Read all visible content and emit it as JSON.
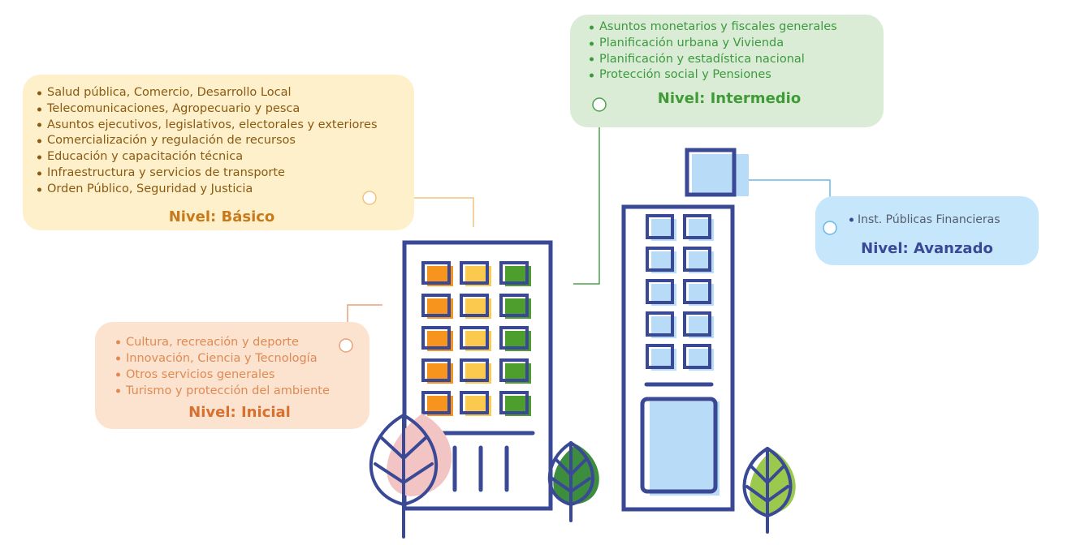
{
  "basico": {
    "items": [
      "Salud pública, Comercio, Desarrollo Local",
      "Telecomunicaciones, Agropecuario y pesca",
      "Asuntos ejecutivos, legislativos, electorales y exteriores",
      "Comercialización y regulación de recursos",
      "Educación y capacitación técnica",
      "Infraestructura y servicios de transporte",
      "Orden Público, Seguridad y Justicia"
    ],
    "level": "Nivel: Básico",
    "color": "#fff0cc"
  },
  "intermedio": {
    "items": [
      "Asuntos monetarios y fiscales generales",
      "Planificación urbana y Vivienda",
      "Planificación y estadística nacional",
      "Protección social y Pensiones"
    ],
    "level": "Nivel: Intermedio",
    "color": "#dbecd6"
  },
  "avanzado": {
    "items": [
      "Inst. Públicas Financieras"
    ],
    "level": "Nivel: Avanzado",
    "color": "#c5e6fb"
  },
  "inicial": {
    "items": [
      "Cultura, recreación y deporte",
      "Innovación, Ciencia y Tecnología",
      "Otros servicios generales",
      "Turismo y protección del ambiente"
    ],
    "level": "Nivel: Inicial",
    "color": "#fbe3d0"
  },
  "icons": [
    "building-left-icon",
    "building-right-icon",
    "tree-icon",
    "connector-icon"
  ]
}
